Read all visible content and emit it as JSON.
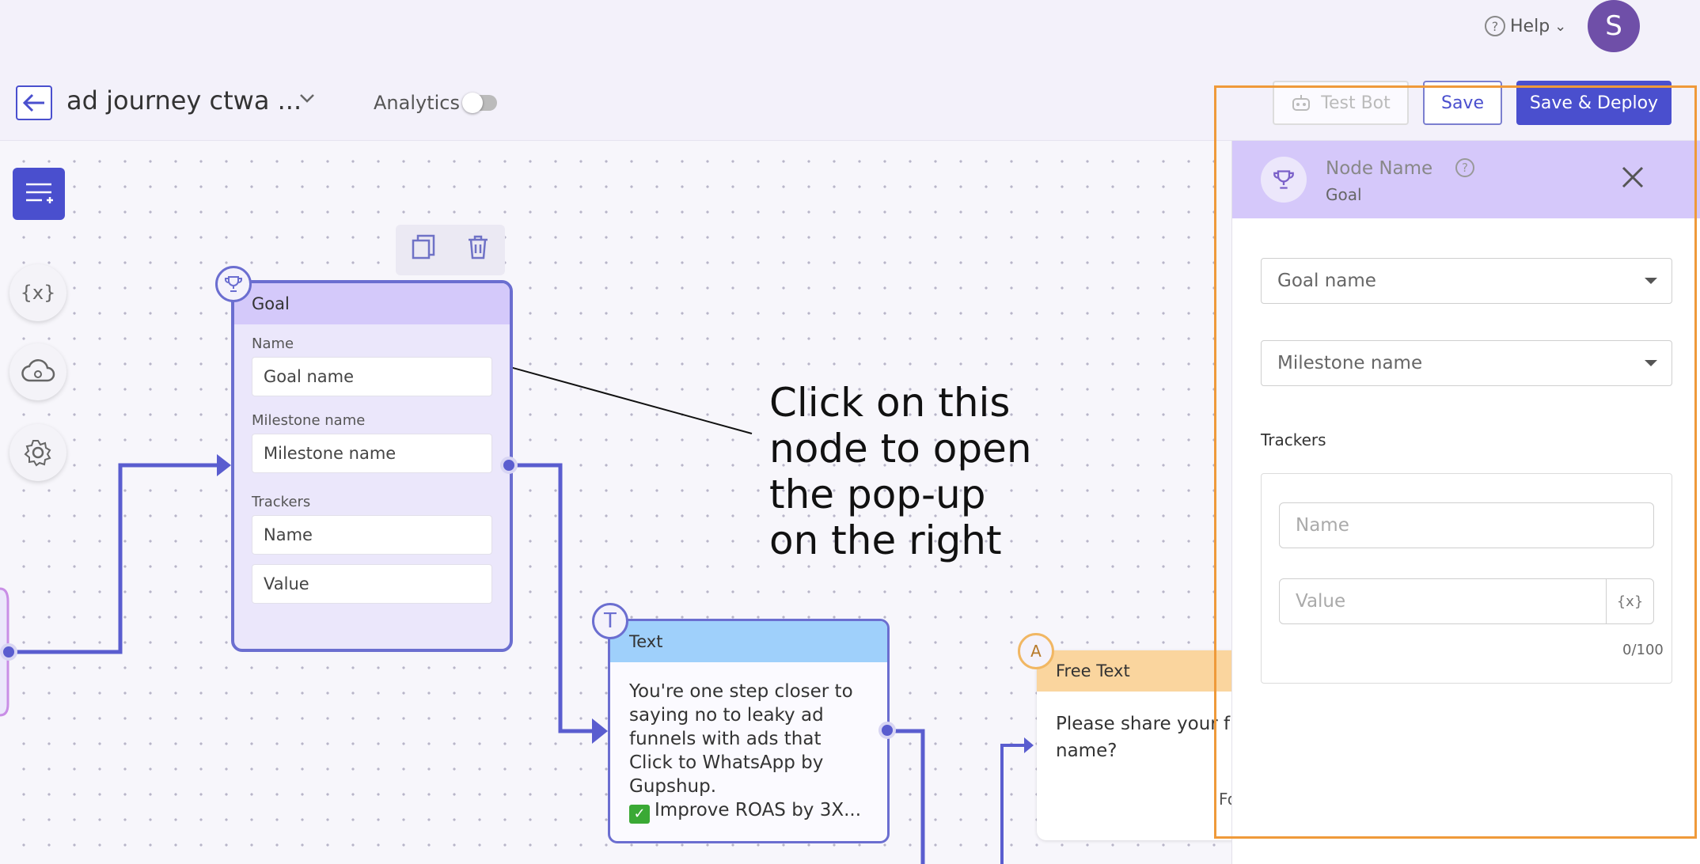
{
  "header": {
    "help_label": "Help",
    "help_chevron": "⌄",
    "avatar_initial": "S",
    "flow_title": "ad journey ctwa ...",
    "analytics_label": "Analytics",
    "analytics_enabled": false,
    "test_bot_label": "Test Bot",
    "save_label": "Save",
    "deploy_label": "Save & Deploy"
  },
  "canvas": {
    "goal_node": {
      "title": "Goal",
      "name_label": "Name",
      "name_value": "Goal name",
      "milestone_label": "Milestone name",
      "milestone_value": "Milestone name",
      "trackers_label": "Trackers",
      "tracker_name": "Name",
      "tracker_value": "Value"
    },
    "text_node": {
      "title": "Text",
      "icon_letter": "T",
      "body": "You're one step closer to saying no to leaky ad funnels with ads that Click to WhatsApp by Gupshup.",
      "bullet": "Improve ROAS by 3X..."
    },
    "free_text_node": {
      "title": "Free Text",
      "icon_letter": "A",
      "body_line1": "Please share your f",
      "body_line2": "name?",
      "footer": "Fo"
    },
    "annotation": [
      "Click on this",
      "node to open",
      "the pop-up",
      "on the right"
    ]
  },
  "panel": {
    "title": "Node Name",
    "subtitle": "Goal",
    "goal_select": "Goal name",
    "milestone_select": "Milestone name",
    "trackers_label": "Trackers",
    "name_placeholder": "Name",
    "value_placeholder": "Value",
    "var_button": "{x}",
    "counter": "0/100"
  },
  "icons": {
    "colors": {
      "accent": "#4a4fce",
      "highlight": "#ef9a3a",
      "goal_header": "#d4c9fa",
      "text_header": "#9fd0fb",
      "free_text_header": "#fad59e"
    }
  }
}
